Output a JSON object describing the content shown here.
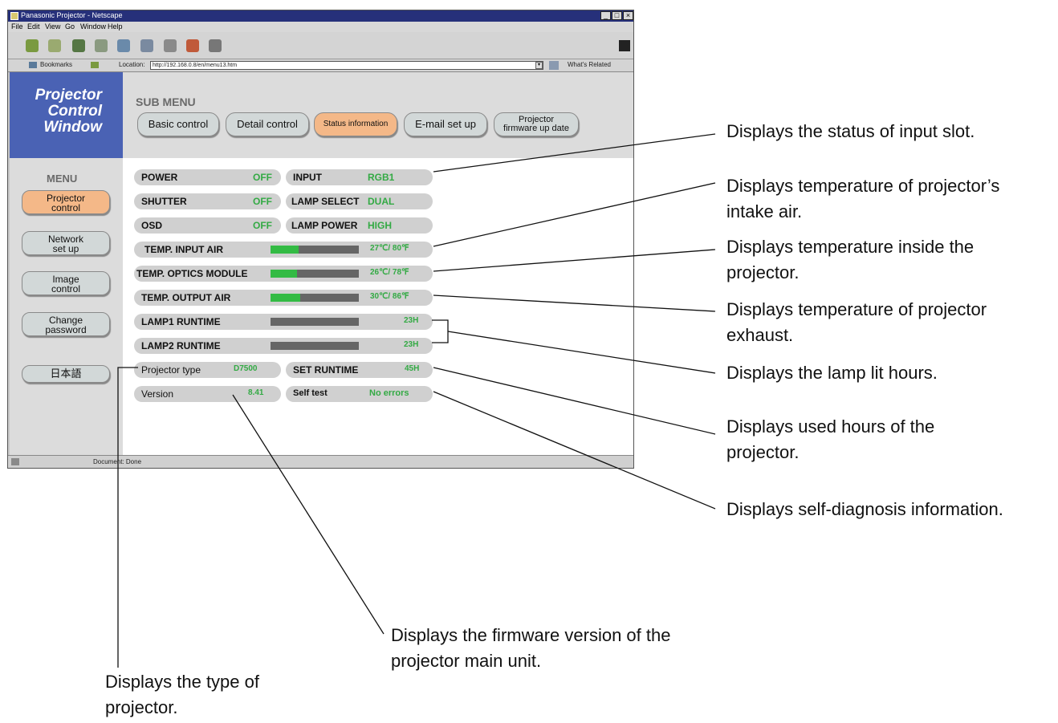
{
  "browser": {
    "title": "Panasonic Projector - Netscape",
    "menu": [
      "File",
      "Edit",
      "View",
      "Go",
      "Window",
      "Help"
    ],
    "bookmarks_label": "Bookmarks",
    "location_label": "Location:",
    "url": "http://192.168.0.8/en/menu13.htm",
    "related_label": "What's Related",
    "status": "Document: Done"
  },
  "logo": {
    "line1": "Projector",
    "line2": "Control",
    "line3": "Window"
  },
  "submenu": {
    "heading": "SUB MENU",
    "buttons": [
      "Basic control",
      "Detail control",
      "Status information",
      "E-mail set up",
      "Projector",
      "firmware up date"
    ]
  },
  "sidebar": {
    "heading": "MENU",
    "items": [
      {
        "l1": "Projector",
        "l2": "control"
      },
      {
        "l1": "Network",
        "l2": "set up"
      },
      {
        "l1": "Image",
        "l2": "control"
      },
      {
        "l1": "Change",
        "l2": "password"
      },
      {
        "l1": "日本語",
        "l2": ""
      }
    ]
  },
  "status": {
    "power": {
      "label": "POWER",
      "value": "OFF"
    },
    "input": {
      "label": "INPUT",
      "value": "RGB1"
    },
    "shutter": {
      "label": "SHUTTER",
      "value": "OFF"
    },
    "lamp_select": {
      "label": "LAMP SELECT",
      "value": "DUAL"
    },
    "osd": {
      "label": "OSD",
      "value": "OFF"
    },
    "lamp_power": {
      "label": "LAMP POWER",
      "value": "HIGH"
    },
    "temp_input": {
      "label": "TEMP.  INPUT AIR",
      "value": "27℃/  80℉",
      "level": 0.32
    },
    "temp_optics": {
      "label": "TEMP. OPTICS MODULE",
      "value": "26℃/  78℉",
      "level": 0.3
    },
    "temp_output": {
      "label": "TEMP.  OUTPUT AIR",
      "value": "30℃/  86℉",
      "level": 0.34
    },
    "lamp1": {
      "label": "LAMP1 RUNTIME",
      "value": "23H",
      "level": 0
    },
    "lamp2": {
      "label": "LAMP2 RUNTIME",
      "value": "23H",
      "level": 0
    },
    "projector_type": {
      "label": "Projector type",
      "value": "D7500"
    },
    "set_runtime": {
      "label": "SET RUNTIME",
      "value": "45H"
    },
    "version": {
      "label": "Version",
      "value": "8.41"
    },
    "self_test": {
      "label": "Self test",
      "value": "No errors"
    }
  },
  "annotations": {
    "input_slot": "Displays the status of input slot.",
    "intake_1": "Displays temperature of projector’s",
    "intake_2": "intake air.",
    "inside_1": "Displays temperature inside the",
    "inside_2": "projector.",
    "exhaust_1": "Displays temperature of projector",
    "exhaust_2": "exhaust.",
    "lamp_hours": "Displays the lamp lit hours.",
    "used_1": "Displays used hours of the",
    "used_2": "projector.",
    "self_diag": "Displays self-diagnosis information.",
    "firmware_1": "Displays the firmware version of the",
    "firmware_2": "projector main unit.",
    "type_1": "Displays the type of",
    "type_2": "projector."
  }
}
